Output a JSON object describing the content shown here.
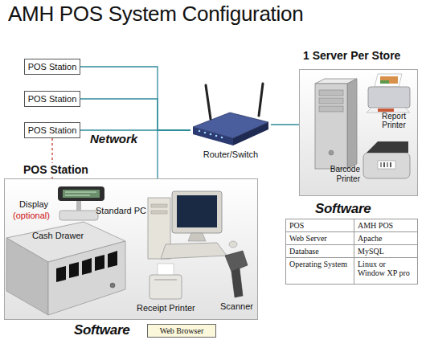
{
  "diagram": {
    "title": "AMH POS System Configuration",
    "nodes": [
      {
        "text": [
          "POS Station"
        ]
      },
      {
        "text": [
          "POS Station"
        ]
      },
      {
        "text": [
          "POS Station"
        ]
      },
      {
        "text": [
          "Router/Switch"
        ]
      },
      {
        "text": [
          "1 Server Per Store"
        ]
      },
      {
        "text": [
          "POS Station"
        ]
      },
      {
        "text": [
          "Web Browser"
        ]
      }
    ],
    "edges": [
      {
        "from": 0,
        "to": 3,
        "arrow": "none"
      },
      {
        "from": 1,
        "to": 3,
        "arrow": "none"
      },
      {
        "from": 2,
        "to": 3,
        "arrow": "none"
      },
      {
        "from": 3,
        "to": 4,
        "arrow": "none"
      },
      {
        "from": 5,
        "to": 3,
        "arrow": "none"
      },
      {
        "from": 2,
        "to": 5,
        "arrow": "none"
      }
    ],
    "labels": [
      "Network",
      "Report Printer",
      "Barcode Printer",
      "Software",
      "POS",
      "AMH POS",
      "Web Server",
      "Apache",
      "Database",
      "MySQL",
      "Operating System",
      "Linux or Window XP pro",
      "Display",
      "(optional)",
      "Cash Drawer",
      "Standard PC",
      "Receipt Printer",
      "Scanner",
      "Software"
    ]
  }
}
